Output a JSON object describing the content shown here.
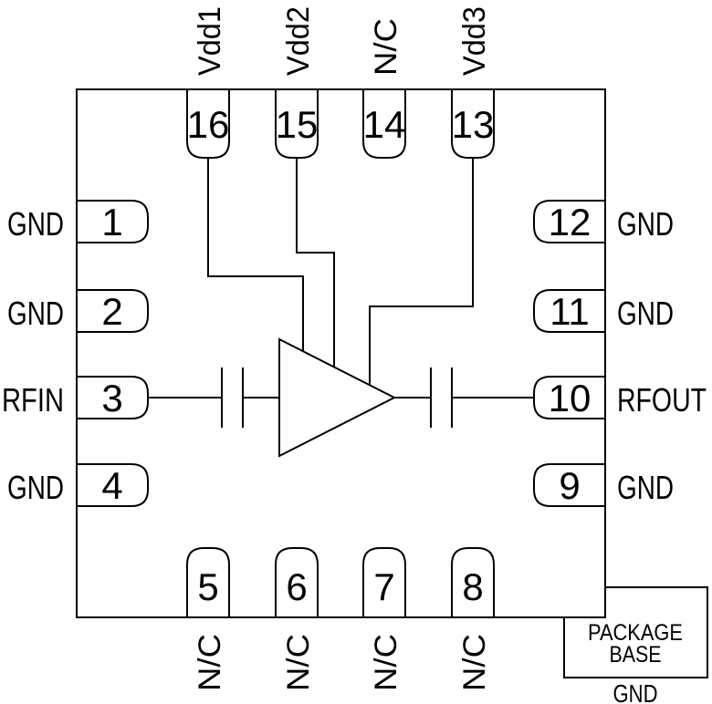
{
  "diagram": {
    "type": "ic-pinout-schematic",
    "description": "16-pin amplifier package pin diagram with internal amplifier symbol and DC-block capacitors",
    "colors": {
      "line": "#000000",
      "background": "#ffffff"
    }
  },
  "pins": {
    "top": [
      {
        "number": "16",
        "name": "Vdd1"
      },
      {
        "number": "15",
        "name": "Vdd2"
      },
      {
        "number": "14",
        "name": "N/C"
      },
      {
        "number": "13",
        "name": "Vdd3"
      }
    ],
    "left": [
      {
        "number": "1",
        "name": "GND"
      },
      {
        "number": "2",
        "name": "GND"
      },
      {
        "number": "3",
        "name": "RFIN"
      },
      {
        "number": "4",
        "name": "GND"
      }
    ],
    "right": [
      {
        "number": "12",
        "name": "GND"
      },
      {
        "number": "11",
        "name": "GND"
      },
      {
        "number": "10",
        "name": "RFOUT"
      },
      {
        "number": "9",
        "name": "GND"
      }
    ],
    "bottom": [
      {
        "number": "5",
        "name": "N/C"
      },
      {
        "number": "6",
        "name": "N/C"
      },
      {
        "number": "7",
        "name": "N/C"
      },
      {
        "number": "8",
        "name": "N/C"
      }
    ]
  },
  "package_base": {
    "line1": "PACKAGE",
    "line2": "BASE",
    "ground_label": "GND"
  }
}
